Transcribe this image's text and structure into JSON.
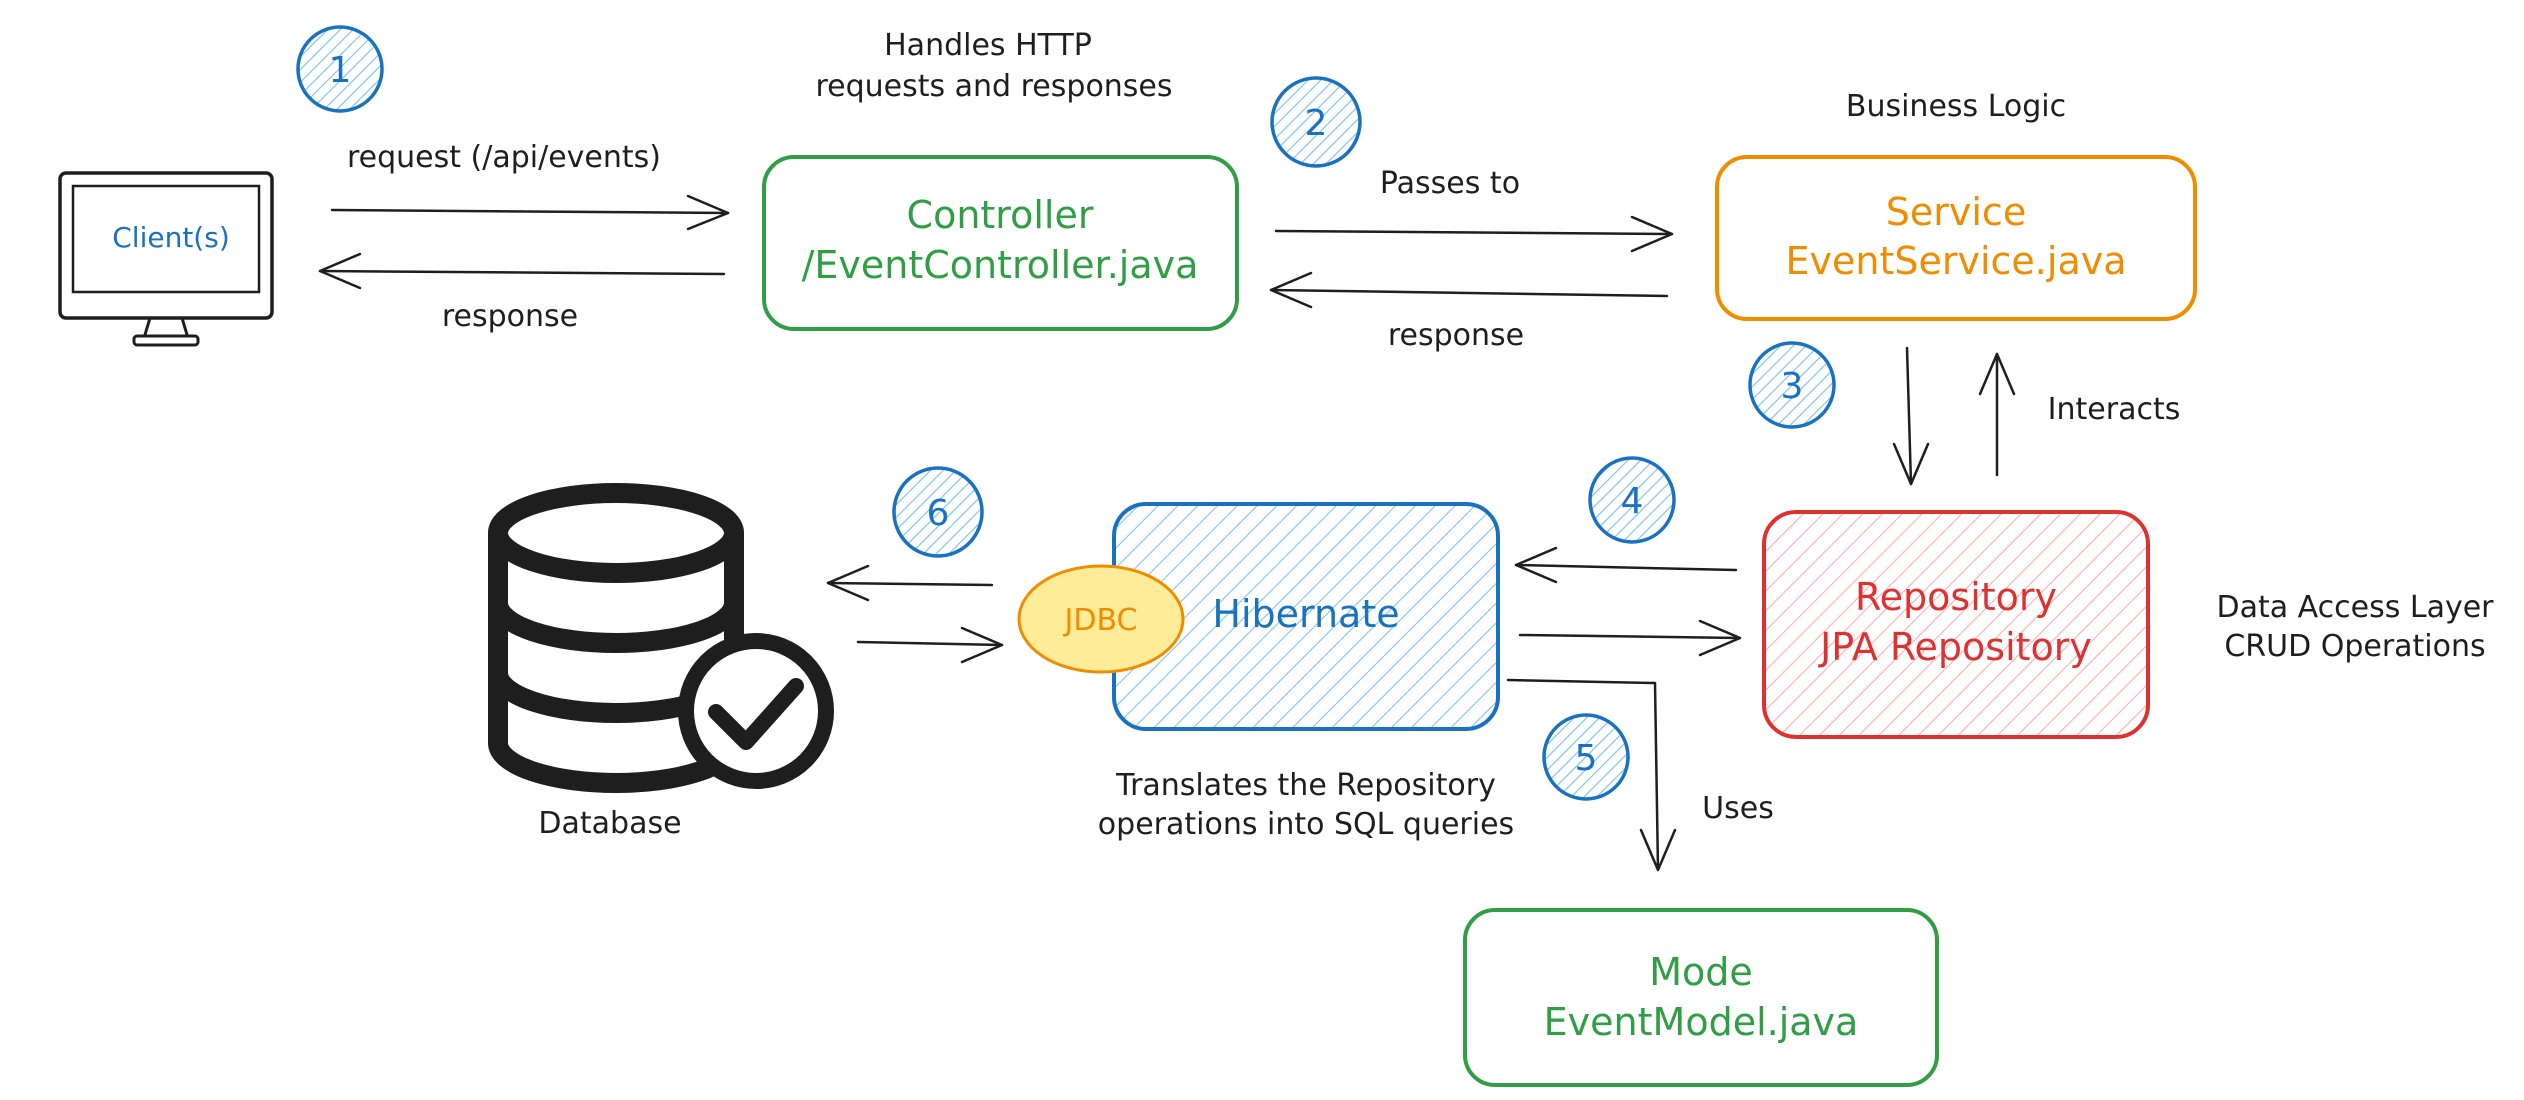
{
  "colors": {
    "blue": "#1971c2",
    "green": "#2f9e44",
    "orange": "#f08c00",
    "red": "#e03131",
    "ink": "#1e1e1e",
    "jdbc_fill": "#ffec99"
  },
  "client": {
    "label": "Client(s)",
    "icon": "monitor-icon"
  },
  "controller": {
    "title_line1": "Controller",
    "title_line2": "/EventController.java",
    "note_line1": "Handles HTTP",
    "note_line2": "requests and responses"
  },
  "service": {
    "title_line1": "Service",
    "title_line2": "EventService.java",
    "note": "Business Logic"
  },
  "repository": {
    "title_line1": "Repository",
    "title_line2": "JPA Repository",
    "note_line1": "Data Access Layer",
    "note_line2": "CRUD Operations"
  },
  "hibernate": {
    "title": "Hibernate",
    "jdbc": "JDBC",
    "note_line1": "Translates the Repository",
    "note_line2": "operations into SQL queries"
  },
  "database": {
    "label": "Database",
    "icon": "database-check-icon"
  },
  "model": {
    "title_line1": "Mode",
    "title_line2": "EventModel.java"
  },
  "edges": {
    "request": "request (/api/events)",
    "response_client": "response",
    "passes_to": "Passes to",
    "response_service": "response",
    "interacts": "Interacts",
    "uses": "Uses"
  },
  "steps": [
    "1",
    "2",
    "3",
    "4",
    "5",
    "6"
  ]
}
